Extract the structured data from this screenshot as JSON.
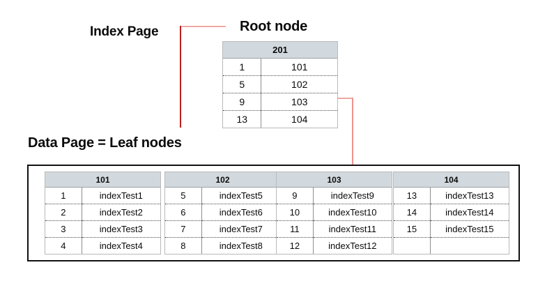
{
  "labels": {
    "index_page": "Index Page",
    "root_node": "Root node",
    "data_page": "Data Page = Leaf nodes"
  },
  "colors": {
    "header_fill": "#d2d9de",
    "connector_red": "#cf3a33",
    "container_border": "#111111",
    "text": "#0a0a0a",
    "background": "#ffffff"
  },
  "root_node": {
    "page_id": "201",
    "rows": [
      {
        "key": "1",
        "pointer": "101"
      },
      {
        "key": "5",
        "pointer": "102"
      },
      {
        "key": "9",
        "pointer": "103"
      },
      {
        "key": "13",
        "pointer": "104"
      }
    ]
  },
  "leaf_nodes": [
    {
      "page_id": "101",
      "rows": [
        {
          "key": "1",
          "value": "indexTest1"
        },
        {
          "key": "2",
          "value": "indexTest2"
        },
        {
          "key": "3",
          "value": "indexTest3"
        },
        {
          "key": "4",
          "value": "indexTest4"
        }
      ]
    },
    {
      "page_id": "102",
      "rows": [
        {
          "key": "5",
          "value": "indexTest5"
        },
        {
          "key": "6",
          "value": "indexTest6"
        },
        {
          "key": "7",
          "value": "indexTest7"
        },
        {
          "key": "8",
          "value": "indexTest8"
        }
      ]
    },
    {
      "page_id": "103",
      "rows": [
        {
          "key": "9",
          "value": "indexTest9"
        },
        {
          "key": "10",
          "value": "indexTest10"
        },
        {
          "key": "11",
          "value": "indexTest11"
        },
        {
          "key": "12",
          "value": "indexTest12"
        }
      ]
    },
    {
      "page_id": "104",
      "rows": [
        {
          "key": "13",
          "value": "indexTest13"
        },
        {
          "key": "14",
          "value": "indexTest14"
        },
        {
          "key": "15",
          "value": "indexTest15"
        },
        {
          "key": "",
          "value": ""
        }
      ]
    }
  ],
  "connectors": [
    {
      "name": "index-page-to-root-node",
      "from": "index_page_label",
      "to": "root_node_table"
    },
    {
      "name": "root-node-103-to-leaf-103",
      "from": "root_row_103",
      "to": "leaf_103"
    }
  ]
}
